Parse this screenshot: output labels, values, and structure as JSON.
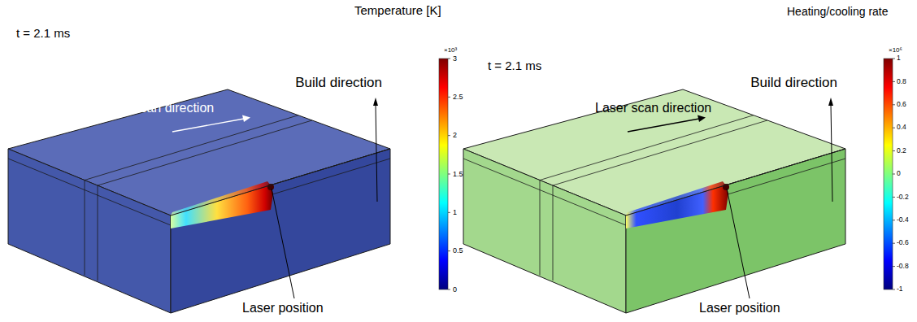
{
  "diagram": {
    "labels": [
      "Temperature [K]",
      "t = 2.1 ms",
      "×10³",
      "3",
      "2.5",
      "2",
      "1.5",
      "1",
      "0.5",
      "0",
      "Build direction",
      "Laser scan direction",
      "Laser position",
      "Heating/cooling rate",
      "t = 2.1 ms",
      "×10⁶",
      "1",
      "0.8",
      "0.6",
      "0.4",
      "0.2",
      "0",
      "-0.2",
      "-0.4",
      "-0.6",
      "-0.8",
      "-1",
      "Build direction",
      "Laser scan direction",
      "Laser position"
    ]
  }
}
